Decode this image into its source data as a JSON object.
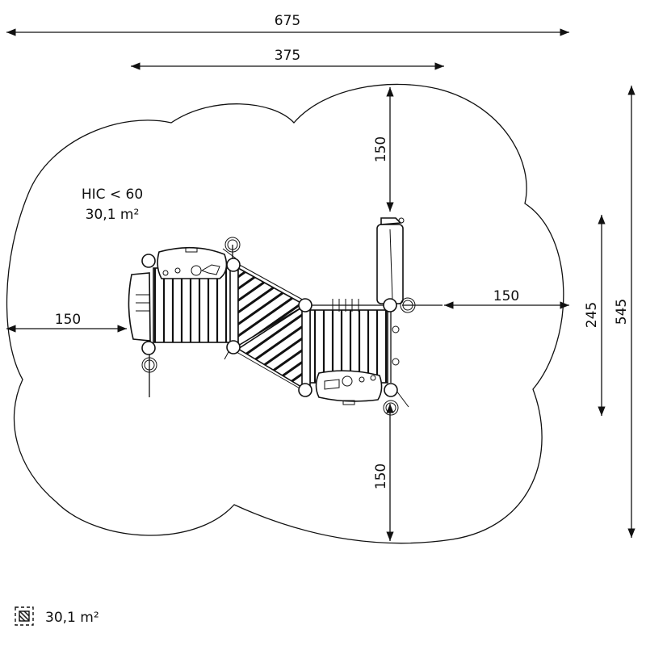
{
  "dimensions": {
    "total_width": "675",
    "structure_width": "375",
    "top_clearance": "150",
    "left_clearance": "150",
    "right_clearance": "150",
    "bottom_clearance": "150",
    "structure_depth": "245",
    "total_depth": "545"
  },
  "safety_area": {
    "hic": "HIC < 60",
    "area": "30,1 m²"
  },
  "legend": {
    "icon": "hatched-area-icon",
    "area": "30,1 m²"
  },
  "colors": {
    "line": "#111111",
    "background": "#ffffff"
  }
}
